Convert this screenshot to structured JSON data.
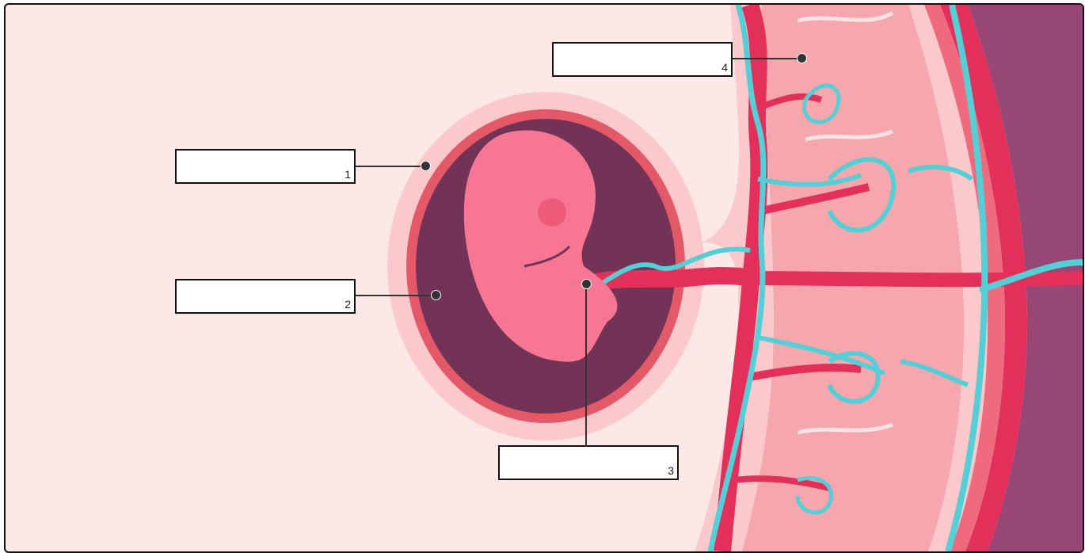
{
  "labels": [
    {
      "number": "1",
      "text": ""
    },
    {
      "number": "2",
      "text": ""
    },
    {
      "number": "3",
      "text": ""
    },
    {
      "number": "4",
      "text": ""
    }
  ],
  "colors": {
    "background": "#fce8e6",
    "sac_outer": "#fbc9cb",
    "sac_ring": "#e45968",
    "sac_inner": "#723357",
    "embryo": "#f77693",
    "artery": "#e2305a",
    "vein": "#55cfd6",
    "uterine_tissue": "#f6a6ad",
    "uterine_wall": "#974776"
  }
}
